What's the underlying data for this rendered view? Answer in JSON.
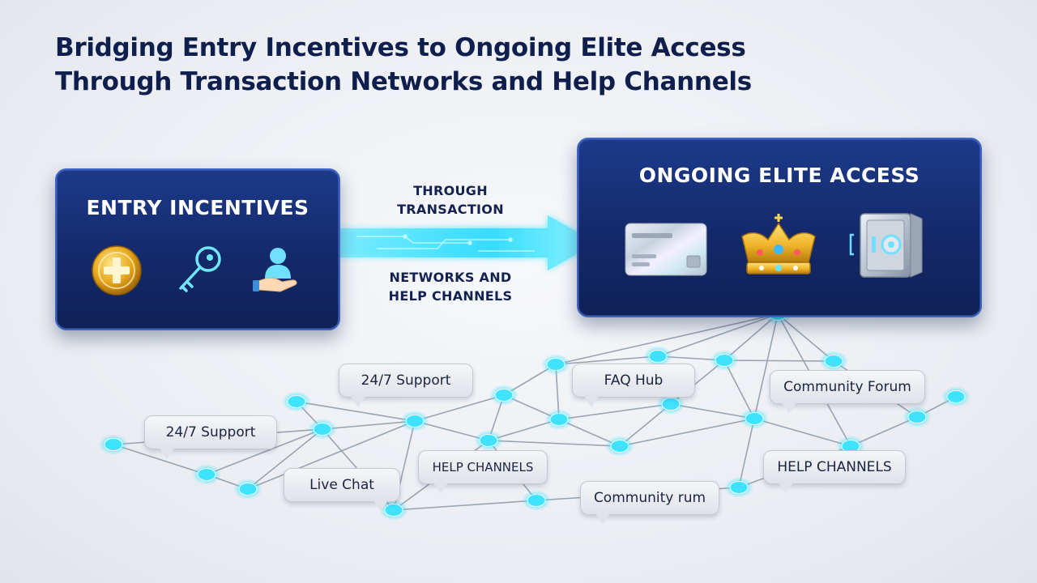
{
  "title": {
    "line1": "Bridging Entry Incentives to Ongoing Elite Access",
    "line2": "Through Transaction Networks and Help Channels"
  },
  "entry_panel": {
    "title": "ENTRY INCENTIVES",
    "icons": [
      "gold-plus-coin-icon",
      "key-icon",
      "user-hand-icon"
    ]
  },
  "arrow": {
    "label_top_line1": "THROUGH",
    "label_top_line2": "TRANSACTION",
    "label_bottom_line1": "NETWORKS AND",
    "label_bottom_line2": "HELP CHANNELS",
    "color": "#3fe3ff"
  },
  "elite_panel": {
    "title": "ONGOING ELITE ACCESS",
    "icons": [
      "credit-card-icon",
      "crown-icon",
      "vault-icon"
    ]
  },
  "bubbles": [
    {
      "label": "24/7 Support"
    },
    {
      "label": "FAQ Hub"
    },
    {
      "label": "Community Forum"
    },
    {
      "label": "24/7 Support"
    },
    {
      "label": "HELP CHANNELS"
    },
    {
      "label": "Live Chat"
    },
    {
      "label": "Community rum"
    },
    {
      "label": "HELP CHANNELS"
    }
  ],
  "colors": {
    "panel": "#16307a",
    "title_text": "#0f1f4d",
    "node": "#3fe3ff"
  }
}
